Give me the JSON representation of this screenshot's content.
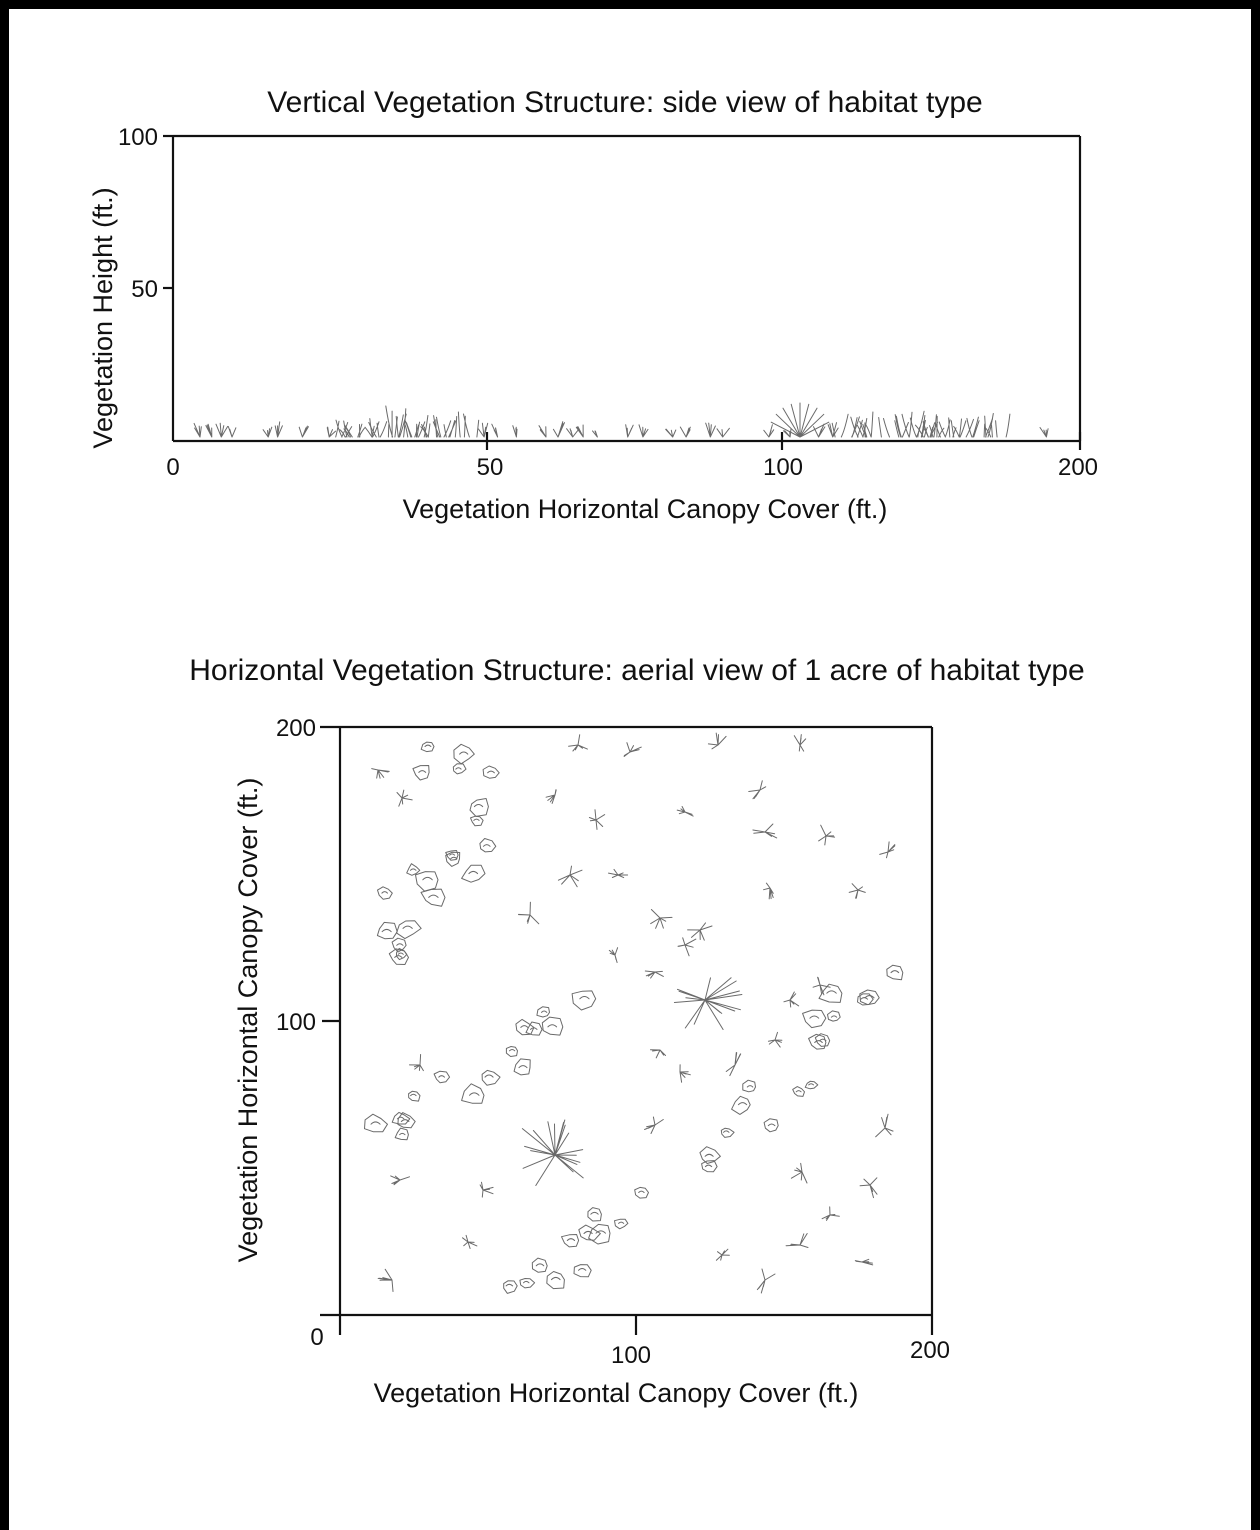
{
  "top_panel": {
    "title": "Vertical Vegetation Structure: side view of habitat type",
    "ylabel": "Vegetation Height (ft.)",
    "xlabel": "Vegetation Horizontal Canopy Cover (ft.)",
    "yticks": [
      "100",
      "50"
    ],
    "xticks": [
      "0",
      "50",
      "100",
      "200"
    ]
  },
  "bottom_panel": {
    "title": "Horizontal Vegetation Structure: aerial view of 1 acre of habitat type",
    "ylabel": "Vegetation Horizontal Canopy Cover (ft.)",
    "xlabel": "Vegetation Horizontal Canopy Cover (ft.)",
    "yticks": [
      "200",
      "100",
      "0"
    ],
    "xticks": [
      "100",
      "200"
    ]
  },
  "colors": {
    "ink": "#111111",
    "pencil": "#6a6a6a",
    "paper": "#ffffff"
  }
}
